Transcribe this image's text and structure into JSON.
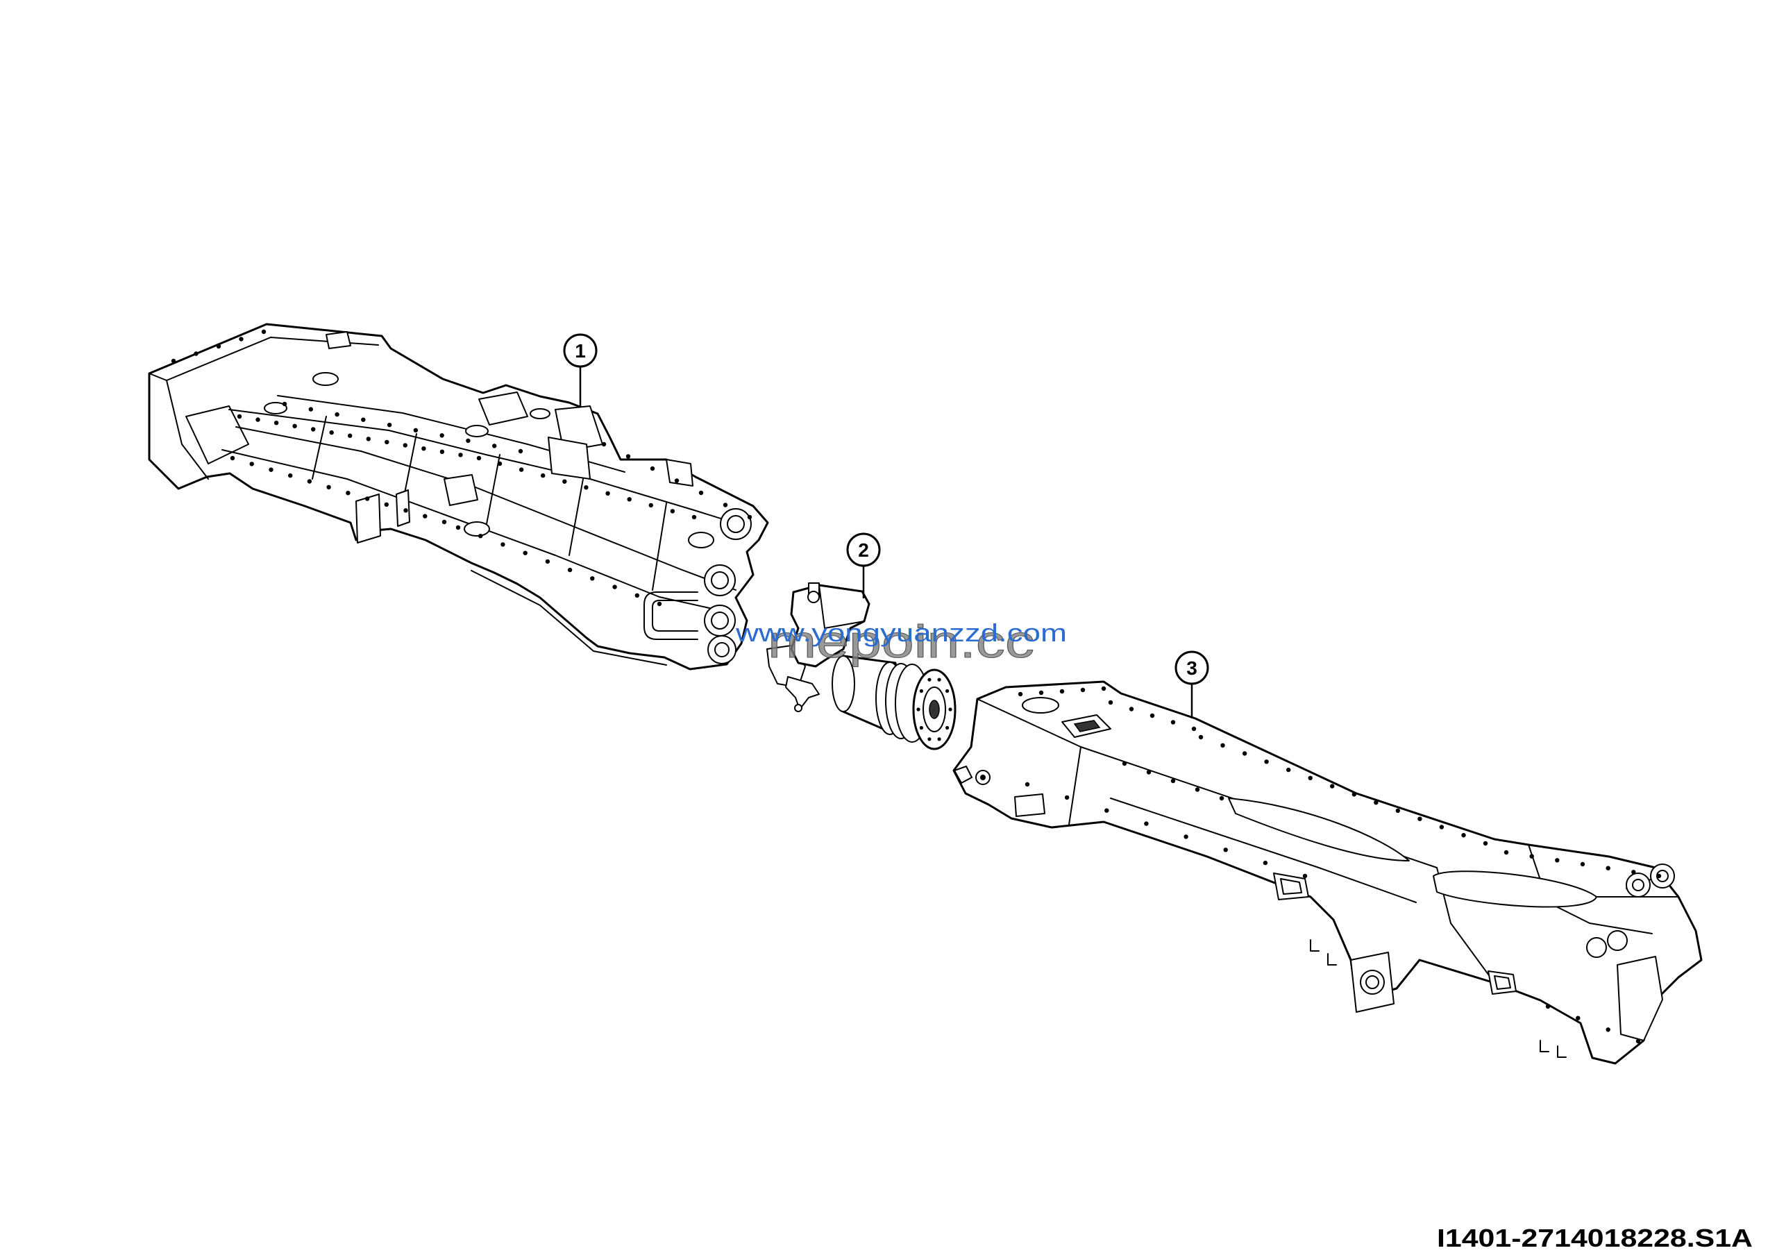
{
  "diagram": {
    "callouts": [
      {
        "number": "1"
      },
      {
        "number": "2"
      },
      {
        "number": "3"
      }
    ],
    "figure_id": "I1401-2714018228.S1A",
    "watermarks": {
      "url": "www.yongyuanzzd.com",
      "brand": "mepoin.cc"
    }
  },
  "colors": {
    "line": "#000000",
    "background": "#ffffff",
    "watermark_url": "#2a6ccf",
    "watermark_brand": "#7f7f7f"
  }
}
